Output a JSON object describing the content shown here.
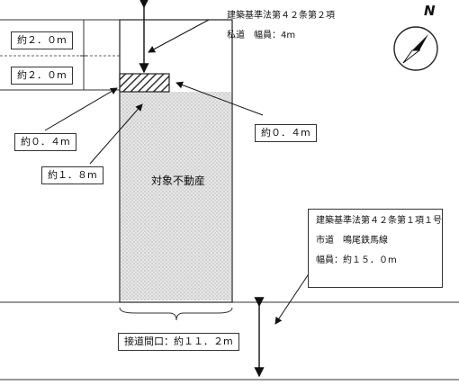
{
  "labels": {
    "top_width_1": "約２．０m",
    "top_width_2": "約２．０m",
    "left_offset": "約０．４m",
    "inner_offset": "約１．８m",
    "right_offset": "約０．４m",
    "property": "対象不動産",
    "frontage": "接道間口：約１１．２m"
  },
  "private_road": {
    "law": "建築基準法第４２条第２項",
    "width": "私道　幅員：4m"
  },
  "public_road": {
    "law": "建築基準法第４２条第１項１号",
    "name": "市道　鳴尾鉄馬線",
    "width": "幅員：約１５．０m"
  },
  "compass": {
    "label": "N"
  },
  "colors": {
    "line": "#222222",
    "property_fill": "#d8d8d8",
    "hatch": "#444444"
  }
}
